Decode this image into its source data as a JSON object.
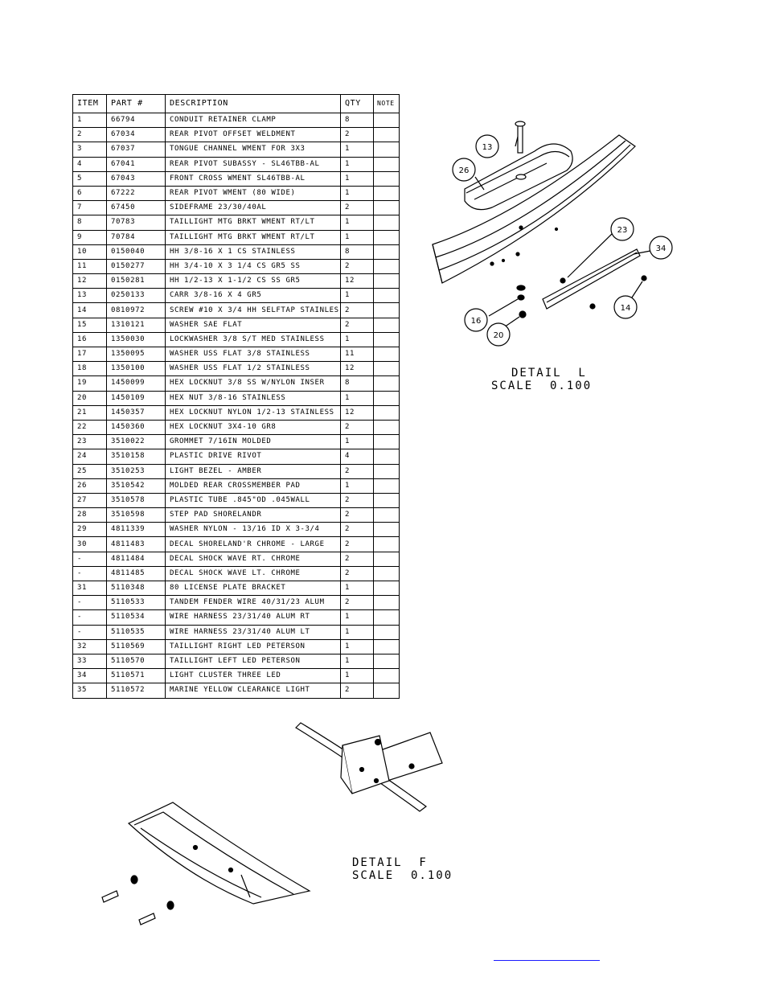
{
  "bom": {
    "headers": {
      "item": "ITEM",
      "part": "PART #",
      "description": "DESCRIPTION",
      "qty": "QTY",
      "note": "NOTE"
    },
    "rows": [
      {
        "item": "1",
        "part": "66794",
        "desc": "CONDUIT RETAINER CLAMP",
        "qty": "8"
      },
      {
        "item": "2",
        "part": "67034",
        "desc": "REAR PIVOT OFFSET WELDMENT",
        "qty": "2"
      },
      {
        "item": "3",
        "part": "67037",
        "desc": "TONGUE CHANNEL WMENT FOR 3X3",
        "qty": "1"
      },
      {
        "item": "4",
        "part": "67041",
        "desc": "REAR PIVOT SUBASSY - SL46TBB-AL",
        "qty": "1"
      },
      {
        "item": "5",
        "part": "67043",
        "desc": "FRONT CROSS WMENT SL46TBB-AL",
        "qty": "1"
      },
      {
        "item": "6",
        "part": "67222",
        "desc": "REAR PIVOT WMENT (80 WIDE)",
        "qty": "1"
      },
      {
        "item": "7",
        "part": "67450",
        "desc": "SIDEFRAME  23/30/40AL",
        "qty": "2"
      },
      {
        "item": "8",
        "part": "70783",
        "desc": "TAILLIGHT MTG BRKT WMENT RT/LT",
        "qty": "1"
      },
      {
        "item": "9",
        "part": "70784",
        "desc": "TAILLIGHT MTG BRKT WMENT RT/LT",
        "qty": "1"
      },
      {
        "item": "10",
        "part": "0150040",
        "desc": "HH 3/8-16 X 1 CS STAINLESS",
        "qty": "8"
      },
      {
        "item": "11",
        "part": "0150277",
        "desc": "HH 3/4-10 X 3 1/4 CS GR5 SS",
        "qty": "2"
      },
      {
        "item": "12",
        "part": "0150281",
        "desc": "HH 1/2-13 X 1-1/2 CS SS GR5",
        "qty": "12"
      },
      {
        "item": "13",
        "part": "0250133",
        "desc": "CARR 3/8-16 X 4 GR5",
        "qty": "1"
      },
      {
        "item": "14",
        "part": "0810972",
        "desc": "SCREW #10 X 3/4 HH SELFTAP STAINLES",
        "qty": "2"
      },
      {
        "item": "15",
        "part": "1310121",
        "desc": "WASHER SAE FLAT",
        "qty": "2"
      },
      {
        "item": "16",
        "part": "1350030",
        "desc": "LOCKWASHER 3/8 S/T MED STAINLESS",
        "qty": "1"
      },
      {
        "item": "17",
        "part": "1350095",
        "desc": "WASHER USS FLAT 3/8 STAINLESS",
        "qty": "11"
      },
      {
        "item": "18",
        "part": "1350100",
        "desc": "WASHER USS FLAT 1/2 STAINLESS",
        "qty": "12"
      },
      {
        "item": "19",
        "part": "1450099",
        "desc": "HEX LOCKNUT 3/8 SS W/NYLON INSER",
        "qty": "8"
      },
      {
        "item": "20",
        "part": "1450109",
        "desc": "HEX NUT 3/8-16 STAINLESS",
        "qty": "1"
      },
      {
        "item": "21",
        "part": "1450357",
        "desc": "HEX LOCKNUT NYLON 1/2-13 STAINLESS",
        "qty": "12"
      },
      {
        "item": "22",
        "part": "1450360",
        "desc": "HEX LOCKNUT 3X4-10 GR8",
        "qty": "2"
      },
      {
        "item": "23",
        "part": "3510022",
        "desc": "GROMMET  7/16IN MOLDED",
        "qty": "1"
      },
      {
        "item": "24",
        "part": "3510158",
        "desc": "PLASTIC DRIVE RIVOT",
        "qty": "4"
      },
      {
        "item": "25",
        "part": "3510253",
        "desc": "LIGHT BEZEL - AMBER",
        "qty": "2"
      },
      {
        "item": "26",
        "part": "3510542",
        "desc": "MOLDED REAR CROSSMEMBER PAD",
        "qty": "1"
      },
      {
        "item": "27",
        "part": "3510578",
        "desc": "PLASTIC TUBE .845\"OD .045WALL",
        "qty": "2"
      },
      {
        "item": "28",
        "part": "3510598",
        "desc": "STEP PAD SHORELANDR",
        "qty": "2"
      },
      {
        "item": "29",
        "part": "4811339",
        "desc": "WASHER NYLON - 13/16 ID X 3-3/4",
        "qty": "2"
      },
      {
        "item": "30",
        "part": "4811483",
        "desc": "DECAL SHORELAND'R CHROME - LARGE",
        "qty": "2"
      },
      {
        "item": "-",
        "part": "4811484",
        "desc": "DECAL SHOCK WAVE RT. CHROME",
        "qty": "2"
      },
      {
        "item": "-",
        "part": "4811485",
        "desc": "DECAL SHOCK WAVE LT. CHROME",
        "qty": "2"
      },
      {
        "item": "31",
        "part": "5110348",
        "desc": "80 LICENSE PLATE BRACKET",
        "qty": "1"
      },
      {
        "item": "-",
        "part": "5110533",
        "desc": "TANDEM FENDER WIRE 40/31/23 ALUM",
        "qty": "2"
      },
      {
        "item": "-",
        "part": "5110534",
        "desc": "WIRE HARNESS 23/31/40 ALUM RT",
        "qty": "1"
      },
      {
        "item": "-",
        "part": "5110535",
        "desc": "WIRE HARNESS 23/31/40 ALUM LT",
        "qty": "1"
      },
      {
        "item": "32",
        "part": "5110569",
        "desc": "TAILLIGHT RIGHT LED PETERSON",
        "qty": "1"
      },
      {
        "item": "33",
        "part": "5110570",
        "desc": "TAILLIGHT LEFT LED PETERSON",
        "qty": "1"
      },
      {
        "item": "34",
        "part": "5110571",
        "desc": "LIGHT CLUSTER THREE LED",
        "qty": "1"
      },
      {
        "item": "35",
        "part": "5110572",
        "desc": "MARINE YELLOW CLEARANCE LIGHT",
        "qty": "2"
      }
    ]
  },
  "detail_l": {
    "title": "DETAIL  L",
    "scale": "SCALE  0.100",
    "balloons": [
      "13",
      "26",
      "23",
      "34",
      "14",
      "16",
      "20"
    ]
  },
  "detail_f": {
    "title": "DETAIL  F",
    "scale": "SCALE  0.100"
  },
  "colors": {
    "ink": "#000000",
    "link": "#1a1aff"
  }
}
